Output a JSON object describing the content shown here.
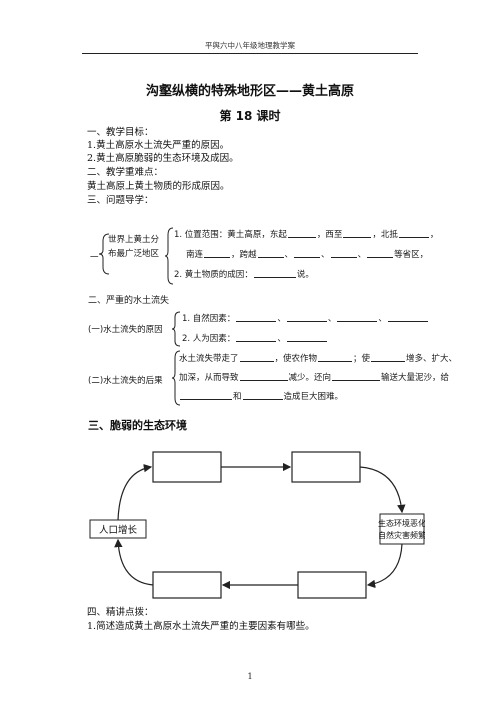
{
  "header": {
    "text": "平舆六中八年级地理教学案"
  },
  "title": "沟壑纵横的特殊地形区——黄土高原",
  "lesson": "第 18 课时",
  "sections": {
    "objectives_heading": "一、教学目标：",
    "objective_1": "1.黄土高原水土流失严重的原因。",
    "objective_2": "2.黄土高原脆弱的生态环境及成因。",
    "key_heading": "二、教学重难点：",
    "key_point": "黄土高原上黄土物质的形成原因。",
    "guide_heading": "三、问题导学："
  },
  "worksheet": {
    "part1": {
      "num": "一",
      "label_line1": "世界上黄土分",
      "label_line2": "布最广泛地区",
      "item1_a": "1. 位置范围：黄土高原，东起",
      "item1_b": "，西至",
      "item1_c": "，北抵",
      "item1_d": "，",
      "item1_e": "南连",
      "item1_f": "，跨越",
      "item1_g": "、",
      "item1_h": "、",
      "item1_i": "、",
      "item1_j": "等省区，",
      "item2_a": "2. 黄土物质的成因：",
      "item2_b": "说。"
    },
    "part2": {
      "heading": "二、严重的水土流失",
      "cause_label": "(一)水土流失的原因",
      "cause_1": "1. 自然因素：",
      "cause_2": "2. 人为因素：",
      "sep": "、",
      "result_label": "(二)水土流失的后果",
      "result_1a": "水土流失带走了",
      "result_1b": "，使农作物",
      "result_1c": "；使",
      "result_1d": "增多、扩大、",
      "result_2a": "加深，从而导致",
      "result_2b": "减少。还向",
      "result_2c": "输送大量泥沙，给",
      "result_3a": "和",
      "result_3b": "造成巨大困难。"
    },
    "part3": {
      "heading": "三、脆弱的生态环境",
      "population_label": "人口增长",
      "ecology_label_1": "生态环境恶化",
      "ecology_label_2": "自然灾害频繁"
    }
  },
  "section4": {
    "heading": "四、精讲点拨：",
    "q1": "1.简述造成黄土高原水土流失严重的主要因素有哪些。"
  },
  "page_number": "1"
}
